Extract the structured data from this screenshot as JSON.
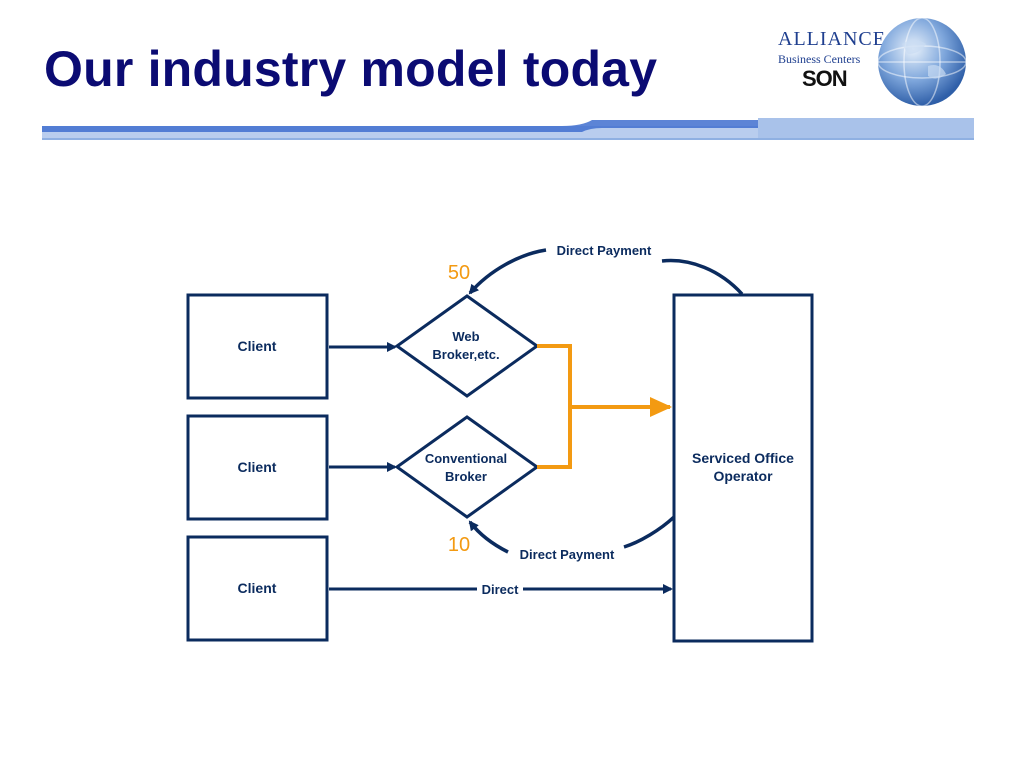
{
  "slide": {
    "title": "Our industry model today"
  },
  "logo": {
    "word1": "ALLIANCE",
    "word2": "Business Centers",
    "badge": "SON",
    "icon": "globe-icon"
  },
  "diagram": {
    "clients": [
      {
        "label": "Client"
      },
      {
        "label": "Client"
      },
      {
        "label": "Client"
      }
    ],
    "brokers": [
      {
        "label_line1": "Web",
        "label_line2": "Broker,etc."
      },
      {
        "label_line1": "Conventional",
        "label_line2": "Broker"
      }
    ],
    "operator": {
      "label_line1": "Serviced Office",
      "label_line2": "Operator"
    },
    "edges": {
      "top_payment": "Direct Payment",
      "bottom_payment": "Direct Payment",
      "direct": "Direct"
    },
    "numbers": {
      "web_broker": "50",
      "conventional_broker": "10"
    },
    "colors": {
      "navy": "#0b2b5e",
      "orange": "#f39a12",
      "title": "#0b0b73"
    }
  }
}
